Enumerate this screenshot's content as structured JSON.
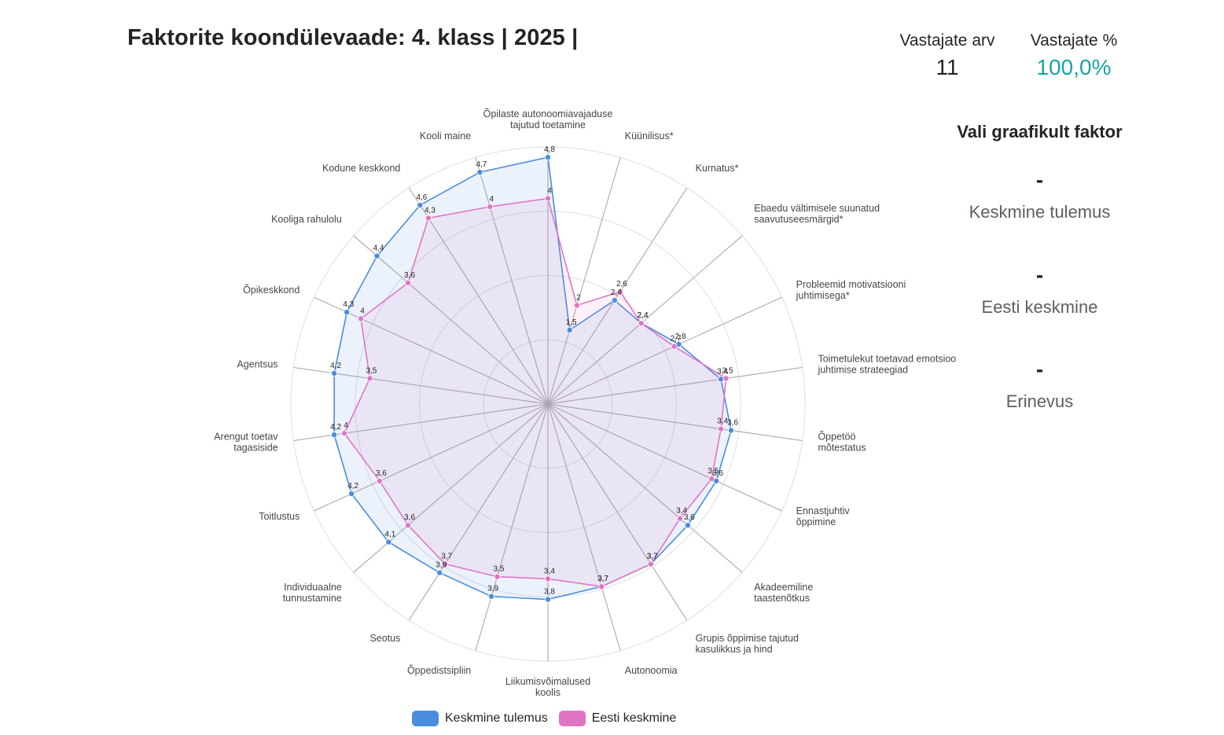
{
  "header": {
    "title": "Faktorite koondülevaade: 4. klass | 2025 |"
  },
  "kpis": {
    "respondents": {
      "label": "Vastajate arv",
      "value": "11"
    },
    "respondents_pct": {
      "label": "Vastajate %",
      "value": "100,0%"
    }
  },
  "side_panel": {
    "title": "Vali graafikult faktor",
    "items": [
      {
        "value": "-",
        "label": "Keskmine tulemus"
      },
      {
        "value": "-",
        "label": "Eesti keskmine"
      },
      {
        "value": "-",
        "label": "Erinevus"
      }
    ]
  },
  "colors": {
    "series_1": "#4a8ddc",
    "series_2": "#e075c6",
    "grid": "#e3e2ef",
    "spoke": "#b3b0ad",
    "accent": "#1aa3a3"
  },
  "chart_data": {
    "type": "radar",
    "axis_range": [
      0,
      5
    ],
    "decimal_separator": ",",
    "axes": [
      [
        "Õpilaste autonoomiavajaduse",
        "tajutud toetamine"
      ],
      [
        "Küünilisus*"
      ],
      [
        "Kurnatus*"
      ],
      [
        "Ebaedu vältimisele suunatud",
        "saavutuseesmärgid*"
      ],
      [
        "Probleemid motivatsiooni",
        "juhtimisega*"
      ],
      [
        "Toimetulekut toetavad emotsioo",
        "juhtimise strateegiad"
      ],
      [
        "Õppetöö",
        "mõtestatus"
      ],
      [
        "Ennastjuhtiv",
        "õppimine"
      ],
      [
        "Akadeemiline",
        "taastenõtkus"
      ],
      [
        "Grupis õppimise tajutud",
        "kasulikkus ja hind"
      ],
      [
        "Autonoomia"
      ],
      [
        "Liikumisvõimalused",
        "koolis"
      ],
      [
        "Õppedistsipliin"
      ],
      [
        "Seotus"
      ],
      [
        "Individuaalne",
        "tunnustamine"
      ],
      [
        "Toitlustus"
      ],
      [
        "Arengut toetav",
        "tagasiside"
      ],
      [
        "Agentsus"
      ],
      [
        "Õpikeskkond"
      ],
      [
        "Kooliga rahulolu"
      ],
      [
        "Kodune keskkond"
      ],
      [
        "Kooli maine"
      ]
    ],
    "series": [
      {
        "name": "Keskmine tulemus",
        "values": [
          4.8,
          1.5,
          2.4,
          2.4,
          2.8,
          3.4,
          3.6,
          3.6,
          3.6,
          3.7,
          3.7,
          3.8,
          3.9,
          3.9,
          4.1,
          4.2,
          4.2,
          4.2,
          4.3,
          4.4,
          4.6,
          4.7
        ]
      },
      {
        "name": "Eesti keskmine",
        "values": [
          4,
          2,
          2.6,
          2.4,
          2.7,
          3.5,
          3.4,
          3.5,
          3.4,
          3.7,
          3.7,
          3.4,
          3.5,
          3.7,
          3.6,
          3.6,
          4,
          3.5,
          4,
          3.6,
          4.3,
          4
        ]
      }
    ]
  }
}
